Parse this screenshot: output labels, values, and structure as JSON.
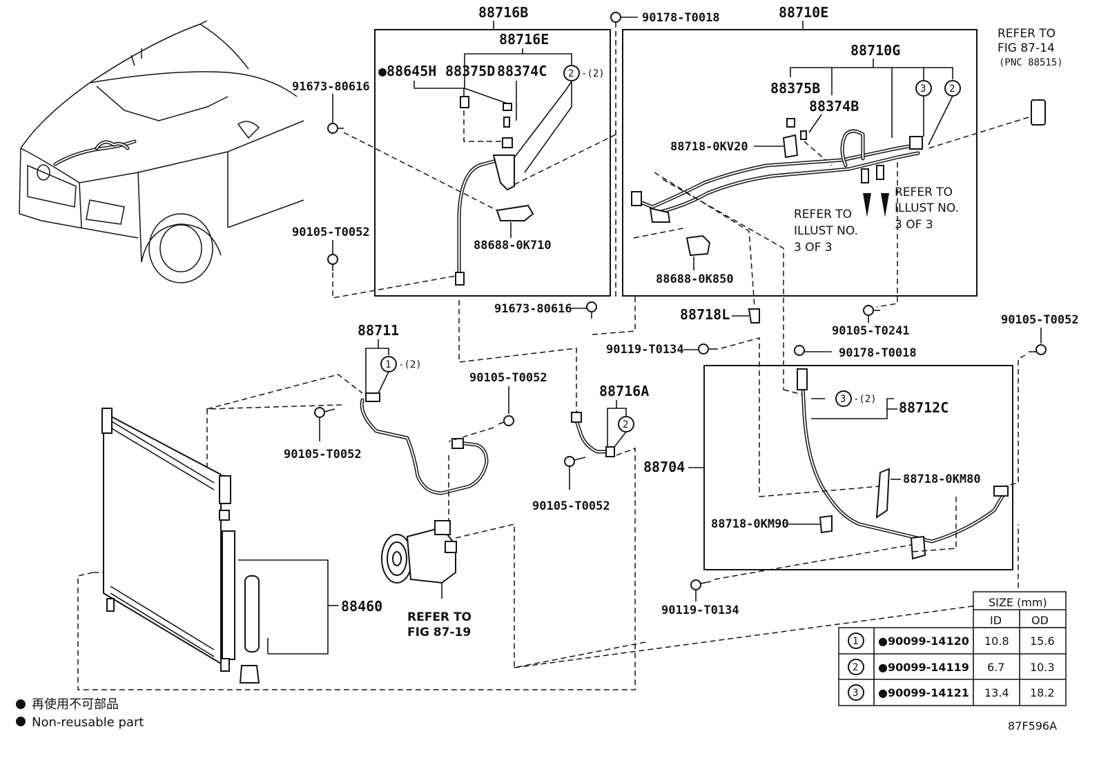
{
  "diagram_id": "87F596A",
  "labels": {
    "p88716B": "88716B",
    "p88716E": "88716E",
    "p88645H": "●88645H",
    "p88375D": "88375D",
    "p88374C": "88374C",
    "p88688_0K710": "88688-0K710",
    "p91673_80616_a": "91673-80616",
    "p90105_T0052_a": "90105-T0052",
    "p90178_T0018_a": "90178-T0018",
    "p88710E": "88710E",
    "p88710G": "88710G",
    "p88375B": "88375B",
    "p88374B": "88374B",
    "p88718_0KV20": "88718-0KV20",
    "p88688_0K850": "88688-0K850",
    "p91673_80616_b": "91673-80616",
    "p88718L": "88718L",
    "p90105_T0241": "90105-T0241",
    "p90119_T0134_a": "90119-T0134",
    "p90178_T0018_b": "90178-T0018",
    "p90105_T0052_b": "90105-T0052",
    "p88711": "88711",
    "p90105_T0052_c": "90105-T0052",
    "p90105_T0052_d": "90105-T0052",
    "p88716A": "88716A",
    "p90105_T0052_e": "90105-T0052",
    "p88712C": "88712C",
    "p88704": "88704",
    "p88718_0KM80": "88718-0KM80",
    "p88718_0KM90": "88718-0KM90",
    "p90119_T0134_b": "90119-T0134",
    "p88460": "88460"
  },
  "circles": {
    "c1": "1",
    "c2": "2",
    "c3": "3",
    "qty": "-(2)"
  },
  "refs": {
    "fig8714_l1": "REFER TO",
    "fig8714_l2": "FIG 87-14",
    "fig8714_l3": "(PNC 88515)",
    "illust_a_l1": "REFER TO",
    "illust_a_l2": "ILLUST NO.",
    "illust_a_l3": "3 OF 3",
    "illust_b_l1": "REFER TO",
    "illust_b_l2": "ILLUST NO.",
    "illust_b_l3": "3 OF 3",
    "fig8719_l1": "REFER TO",
    "fig8719_l2": "FIG 87-19"
  },
  "size_table": {
    "title": "SIZE (mm)",
    "col_id": "ID",
    "col_od": "OD",
    "rows": [
      {
        "ref": "1",
        "part": "●90099-14120",
        "id": "10.8",
        "od": "15.6"
      },
      {
        "ref": "2",
        "part": "●90099-14119",
        "id": "6.7",
        "od": "10.3"
      },
      {
        "ref": "3",
        "part": "●90099-14121",
        "id": "13.4",
        "od": "18.2"
      }
    ]
  },
  "legend": {
    "line1": "再使用不可部品",
    "line2": "Non-reusable part"
  }
}
